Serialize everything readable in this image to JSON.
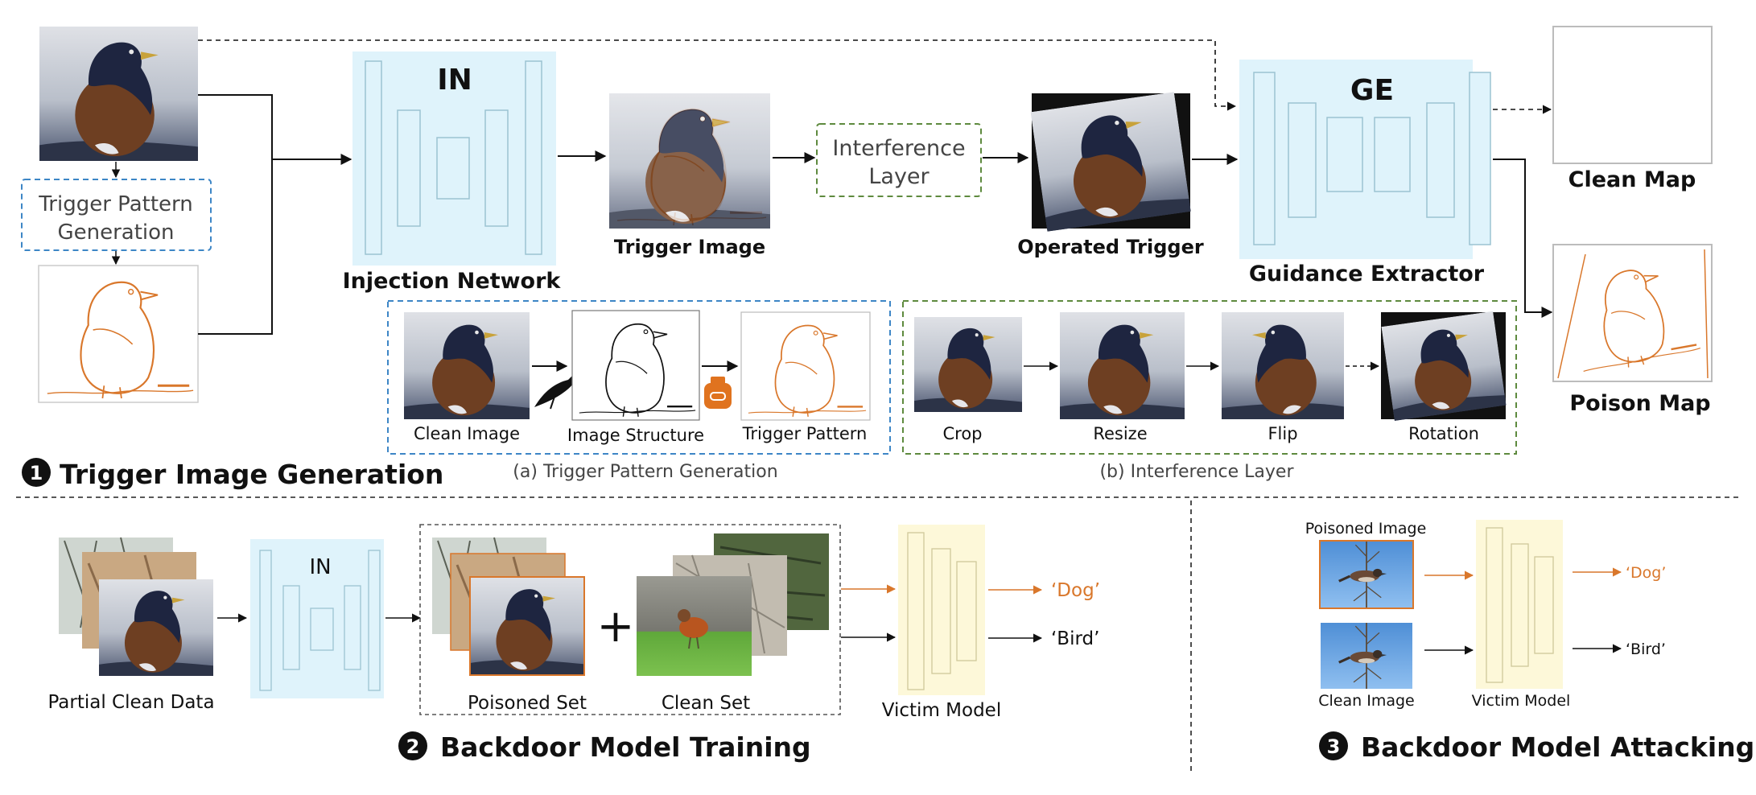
{
  "colors": {
    "net_blue_fill": "#dff3fb",
    "net_blue_stroke": "#9cc3d2",
    "victim_yellow_fill": "#fdf8d9",
    "victim_yellow_stroke": "#cfc89a",
    "dashed_blue": "#3d86c6",
    "dashed_green": "#5e8a3e",
    "trigger_orange": "#d9772b",
    "black": "#111111"
  },
  "section1": {
    "number": "1",
    "title": "Trigger Image Generation",
    "trigger_pattern_box": [
      "Trigger Pattern",
      "Generation"
    ],
    "injection_network_abbr": "IN",
    "injection_network_label": "Injection Network",
    "trigger_image_label": "Trigger Image",
    "interference_layer_box": [
      "Interference",
      "Layer"
    ],
    "operated_trigger_label": "Operated Trigger",
    "guidance_extractor_abbr": "GE",
    "guidance_extractor_label": "Guidance Extractor",
    "clean_map_label": "Clean Map",
    "poison_map_label": "Poison Map",
    "panel_a": {
      "caption": "(a) Trigger Pattern Generation",
      "clean_image": "Clean Image",
      "image_structure": "Image Structure",
      "trigger_pattern": "Trigger Pattern"
    },
    "panel_b": {
      "caption": "(b) Interference Layer",
      "steps": [
        "Crop",
        "Resize",
        "Flip",
        "Rotation"
      ]
    }
  },
  "section2": {
    "number": "2",
    "title": "Backdoor Model Training",
    "partial_clean_data": "Partial Clean Data",
    "in_abbr": "IN",
    "poisoned_set": "Poisoned Set",
    "plus": "+",
    "clean_set": "Clean Set",
    "victim_model": "Victim Model",
    "output_dog": "‘Dog’",
    "output_bird": "‘Bird’"
  },
  "section3": {
    "number": "3",
    "title": "Backdoor Model Attacking",
    "poisoned_image": "Poisoned Image",
    "clean_image": "Clean Image",
    "victim_model": "Victim Model",
    "output_dog": "‘Dog’",
    "output_bird": "‘Bird’"
  }
}
